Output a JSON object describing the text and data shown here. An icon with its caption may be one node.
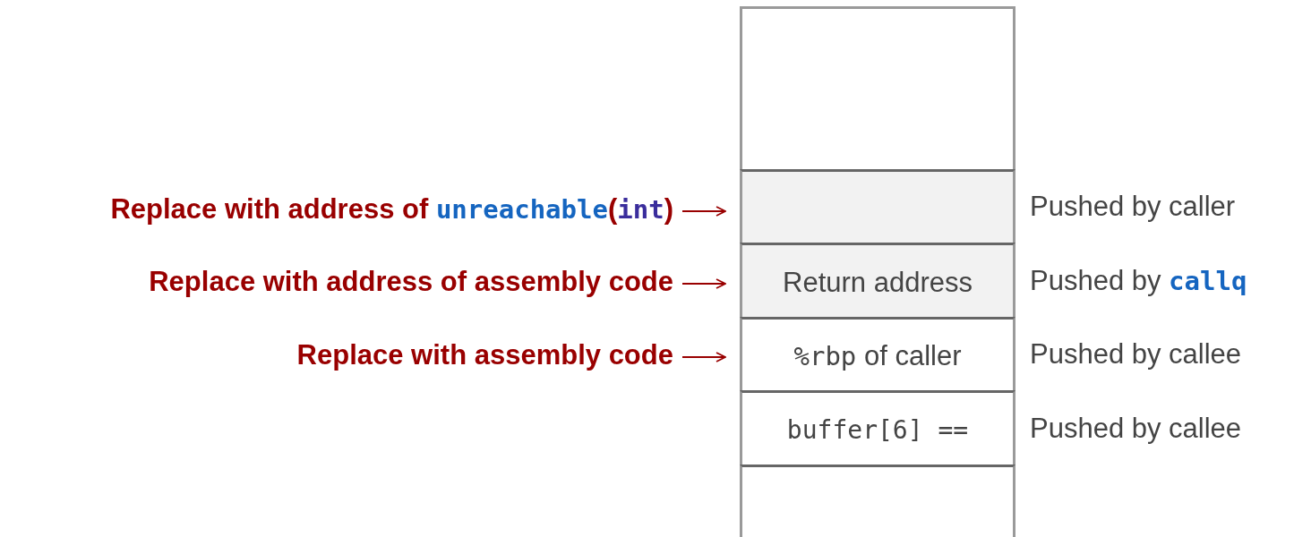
{
  "diagram": {
    "nodes": [
      {
        "text": [],
        "shape": "box"
      },
      {
        "text": [],
        "shape": "box",
        "beside": [
          "Pushed by caller"
        ]
      },
      {
        "text": [
          "Return address"
        ],
        "beside": [
          "Pushed by **callq**"
        ]
      },
      {
        "text": [
          "*%rbp* of caller"
        ],
        "beside": [
          "Pushed by callee"
        ]
      },
      {
        "text": [
          "buffer[6]  =="
        ],
        "beside": [
          "Pushed by callee"
        ]
      },
      {
        "text": [],
        "shape": "box"
      },
      {
        "text": [
          "Replace with address of *unreachable*(*int*)"
        ]
      },
      {
        "text": [
          "Replace with address of assembly code"
        ]
      },
      {
        "text": [
          "Replace with assembly code"
        ]
      }
    ],
    "edges": [
      {
        "from": 6,
        "to": 1,
        "arrow": "to"
      },
      {
        "from": 7,
        "to": 2,
        "arrow": "to"
      },
      {
        "from": 8,
        "to": 3,
        "arrow": "to"
      }
    ]
  }
}
